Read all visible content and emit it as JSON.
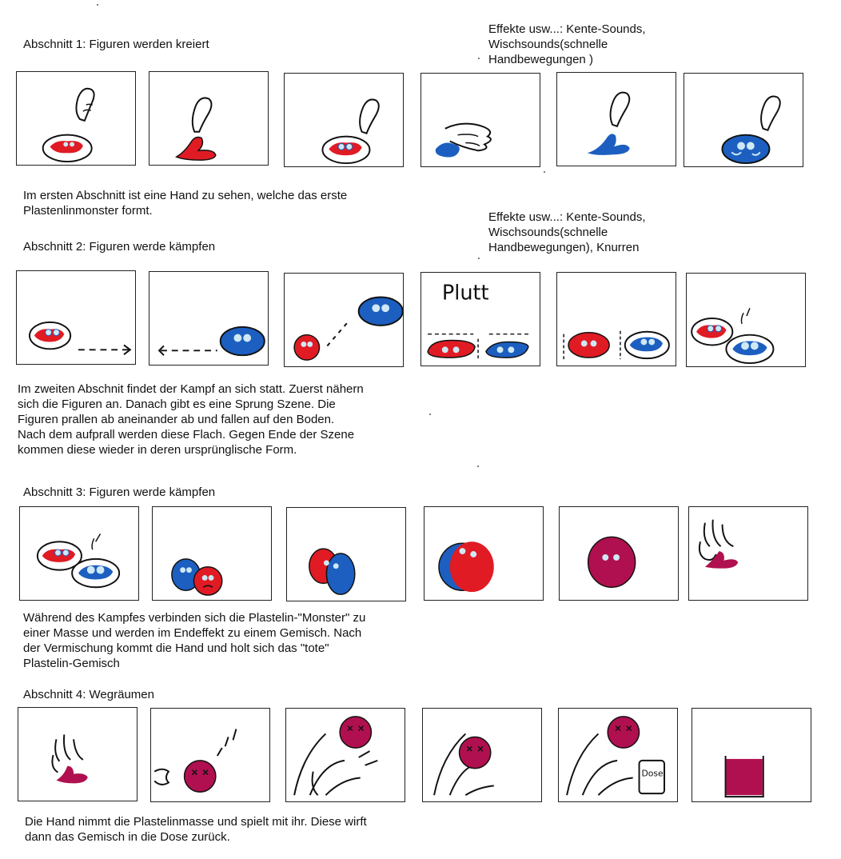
{
  "colors": {
    "red": "#e01b24",
    "blue": "#1c5fc0",
    "magenta": "#b0104f",
    "ink": "#111111",
    "eye": "#cfe8f5"
  },
  "section1": {
    "title": "Abschnitt 1: Figuren werden kreiert",
    "effects": "Effekte usw...: Kente-Sounds,\nWischsounds(schnelle\nHandbewegungen )",
    "description": "Im ersten Abschnitt ist eine Hand zu sehen, welche das erste\nPlastenlinmonster formt."
  },
  "section2": {
    "title": "Abschnitt 2: Figuren werde kämpfen",
    "effects": "Effekte usw...: Kente-Sounds,\nWischsounds(schnelle\nHandbewegungen), Knurren",
    "panel_text": "Plutt",
    "description": "Im zweiten Abschnit findet der Kampf an sich statt. Zuerst nähern\nsich die Figuren an. Danach gibt es eine Sprung Szene. Die\nFiguren prallen ab aneinander ab und fallen auf den Boden.\nNach dem aufprall werden diese Flach. Gegen Ende der Szene\nkommen diese wieder in deren ursprünglische Form."
  },
  "section3": {
    "title": "Abschnitt 3: Figuren werde kämpfen",
    "description": "Während des Kampfes verbinden sich die Plastelin-\"Monster\" zu\neiner Masse und werden im Endeffekt zu einem Gemisch. Nach\nder Vermischung kommt die Hand und holt sich das \"tote\"\nPlastelin-Gemisch"
  },
  "section4": {
    "title": "Abschnitt 4: Wegräumen",
    "can_label": "Dose",
    "description": "Die Hand nimmt die Plastelinmasse und spielt mit ihr. Diese wirft\ndann das Gemisch in die Dose zurück."
  }
}
